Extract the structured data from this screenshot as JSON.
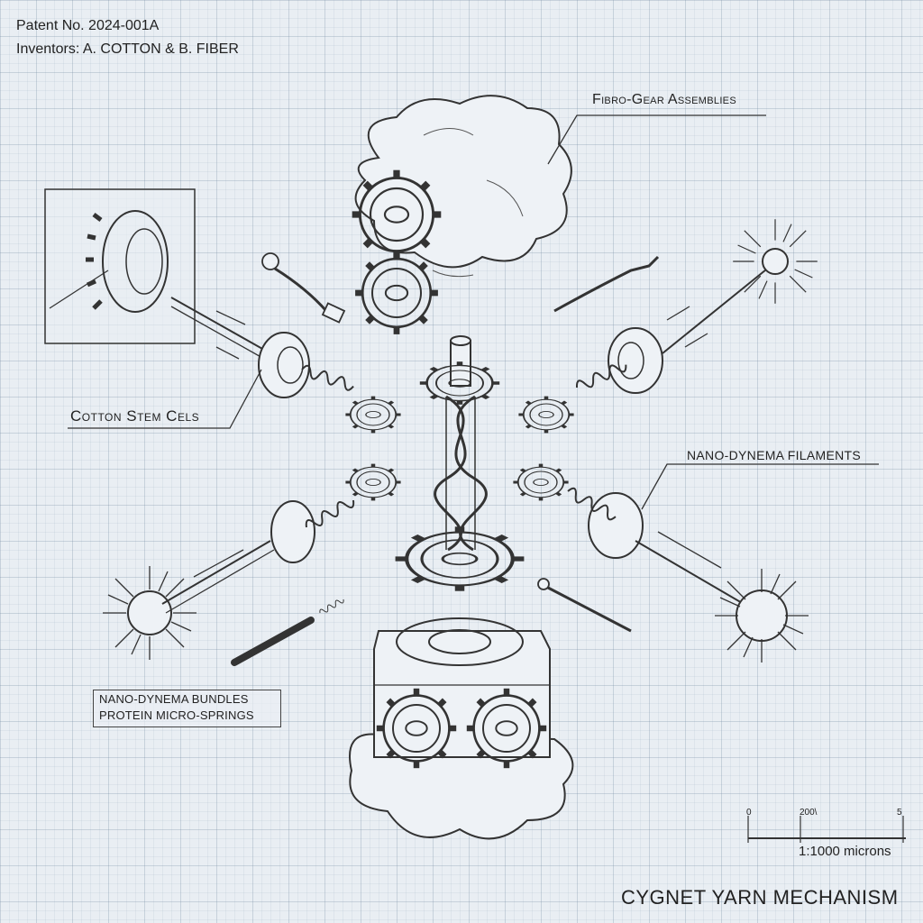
{
  "header": {
    "patent_number": "Patent No. 2024-001A",
    "inventors": "Inventors: A. COTTON & B. FIBER"
  },
  "labels": {
    "fibro_gear": "Fibro-Gear Assemblies",
    "cotton_stem": "Cotton Stem Cels",
    "nano_filaments": "NANO-DYNEMA FILAMENTS",
    "nano_bundles": "NANO-DYNEMA BUNDLES",
    "micro_springs": "PROTEIN MICRO-SPRINGS"
  },
  "scale_bar": {
    "start": "0",
    "mid": "200\\",
    "end": "5",
    "text": "1:1000 microns"
  },
  "title": "CYGNET YARN MECHANISM",
  "colors": {
    "background": "#e9eef3",
    "ink": "#222222",
    "grid": "#788ca5"
  }
}
